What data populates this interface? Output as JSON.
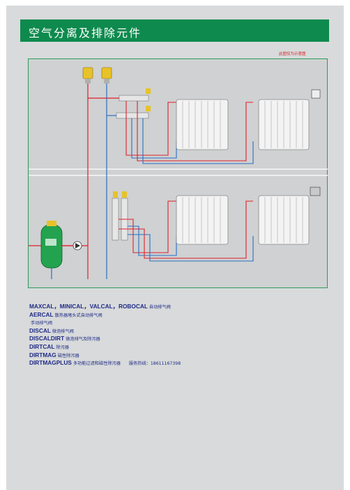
{
  "header": {
    "title": "空气分离及排除元件",
    "note": "此图仅为示意图"
  },
  "legend": [
    {
      "name": "MAXCAL，MINICAL，VALCAL，ROBOCAL",
      "desc": "自动排气阀"
    },
    {
      "name": "AERCAL",
      "desc": "散热器堵头式自动排气阀"
    },
    {
      "name": "",
      "desc": "手动排气阀"
    },
    {
      "name": "DISCAL",
      "desc": "微泡排气阀"
    },
    {
      "name": "DISCALDIRT",
      "desc": "微泡排气及除污器"
    },
    {
      "name": "DIRTCAL",
      "desc": "除污器"
    },
    {
      "name": "DIRTMAG",
      "desc": "磁性除污器"
    },
    {
      "name": "DIRTMAGPLUS",
      "desc": "多功能过滤和磁性除污器"
    }
  ],
  "hotline": "服务热线：18611167398",
  "colors": {
    "brand_green": "#0e8a4e",
    "supply_red": "#e0202a",
    "return_blue": "#2a6fc4",
    "text_blue": "#1f2a86"
  }
}
